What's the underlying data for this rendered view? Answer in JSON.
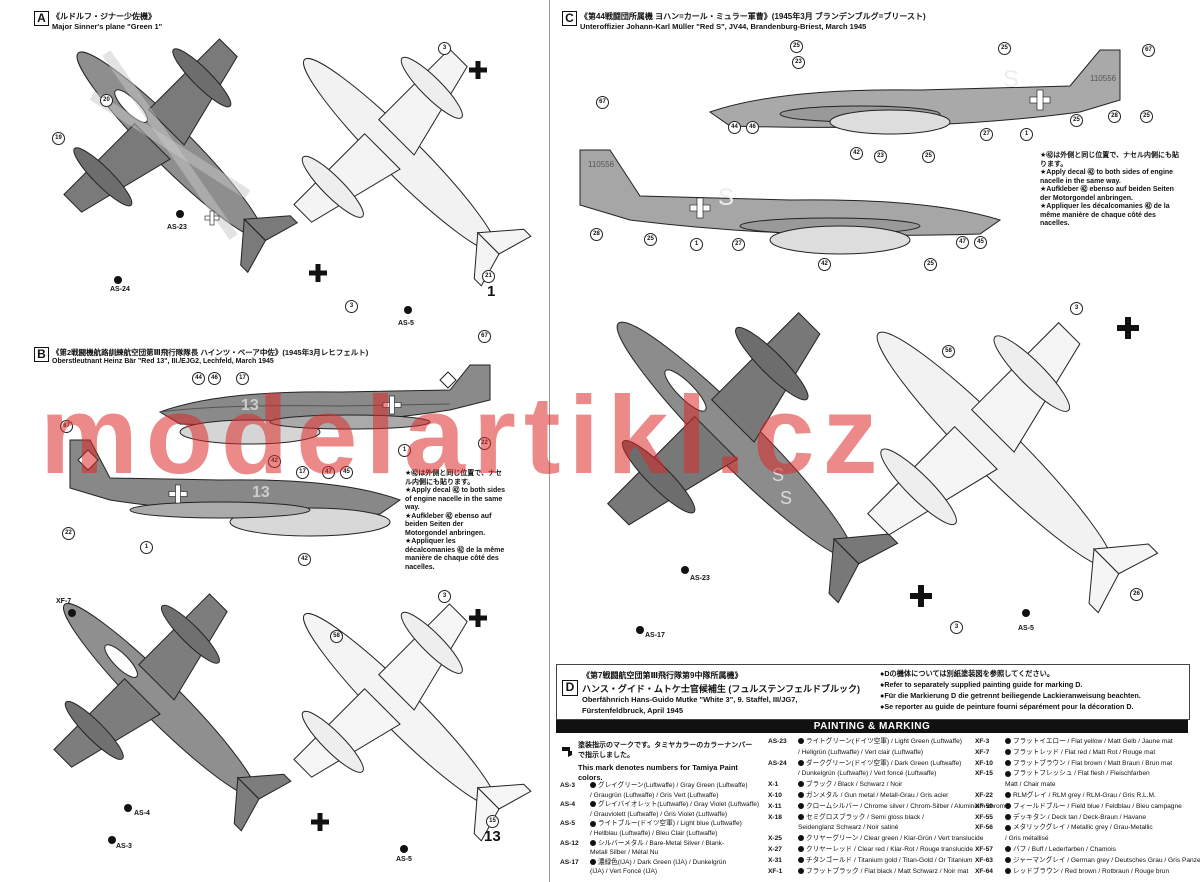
{
  "panelA": {
    "letter": "A",
    "title_jp": "《ルドルフ・ジナー少佐機》",
    "title_en": "Major Sinner's plane \"Green 1\"",
    "as23": "AS-23",
    "as24": "AS-24",
    "as5": "AS-5",
    "big_number": "1",
    "callouts": [
      "20",
      "19",
      "3",
      "21",
      "3"
    ]
  },
  "panelB": {
    "letter": "B",
    "title_jp": "《第2戦闘機航路訓練航空団第Ⅲ飛行隊隊長 ハインツ・ベーア中佐》(1945年3月レヒフェルト)",
    "title_en": "Oberstleutnant Heinz Bär \"Red 13\", III./EJG2, Lechfeld, March 1945",
    "note_jp": "★㊷は外側と同じ位置で、ナセル内側にも貼ります。",
    "note_en": "★Apply decal ㊷ to both sides of engine nacelle in the same way.",
    "note_de": "★Aufkleber ㊷ ebenso auf beiden Seiten der Motorgondel anbringen.",
    "note_fr": "★Appliquer les décalcomanies ㊷ de la même manière de chaque côté des nacelles.",
    "fuselage_number": "13",
    "xf7": "XF-7",
    "as4": "AS-4",
    "as3": "AS-3",
    "as5": "AS-5",
    "big_number": "13",
    "callouts": [
      "67",
      "44",
      "46",
      "17",
      "22",
      "1",
      "42",
      "17",
      "47",
      "45",
      "67",
      "22",
      "1",
      "42",
      "3",
      "58",
      "15"
    ]
  },
  "panelC": {
    "letter": "C",
    "title_jp": "《第44戦闘団所属機 ヨハン=カール・ミュラー軍曹》(1945年3月 ブランデンブルグ=ブリースト)",
    "title_en": "Unteroffizier Johann-Karl Müller \"Red S\", JV44, Brandenburg-Briest, March 1945",
    "note_jp": "★㊷は外側と同じ位置で、ナセル内側にも貼ります。",
    "note_en": "★Apply decal ㊷ to both sides of engine nacelle in the same way.",
    "note_de": "★Aufkleber ㊷ ebenso auf beiden Seiten der Motorgondel anbringen.",
    "note_fr": "★Appliquer les décalcomanies ㊷ de la même manière de chaque côté des nacelles.",
    "serial": "110556",
    "fuselage_letter": "S",
    "as23": "AS-23",
    "as17": "AS-17",
    "as5": "AS-5",
    "callouts": [
      "25",
      "23",
      "25",
      "67",
      "44",
      "46",
      "42",
      "23",
      "27",
      "1",
      "25",
      "28",
      "25",
      "25",
      "67",
      "28",
      "25",
      "1",
      "27",
      "42",
      "47",
      "45",
      "25",
      "3",
      "58",
      "26",
      "3"
    ]
  },
  "panelD": {
    "letter": "D",
    "title_jp": "《第7戦闘航空団第Ⅲ飛行隊第9中隊所属機》",
    "subtitle_jp": "ハンス・グイド・ムトケ士官候補生 (フュルステンフェルドブルック)",
    "title_en": "Oberfähnrich Hans-Guido Mutke \"White 3\", 9. Staffel, III/JG7,",
    "title_en2": "Fürstenfeldbruck, April 1945",
    "ref_jp": "●Dの機体については別紙塗装図を参照してください。",
    "ref_en": "●Refer to separately supplied painting guide for marking D.",
    "ref_de": "●Für die Markierung D die getrennt beiliegende Lackieranweisung beachten.",
    "ref_fr": "●Se reporter au guide de peinture fourni séparément pour la décoration D."
  },
  "painting": {
    "header": "PAINTING & MARKING",
    "intro_jp": "塗装指示のマークです。タミヤカラーのカラーナンバーで指示しました。",
    "intro_jp2": "ーのカラーナンバーで指示しました。",
    "intro_en": "This mark denotes numbers for Tamiya Paint colors.",
    "col1": [
      {
        "code": "AS-3",
        "text": "グレイグリーン(Luftwaffe) / Gray Green (Luftwaffe)"
      },
      {
        "code": "",
        "text": "/ Graugrün (Luftwaffe) / Gris Vert (Luftwaffe)"
      },
      {
        "code": "AS-4",
        "text": "グレイバイオレット(Luftwaffe) / Gray Violet (Luftwaffe)"
      },
      {
        "code": "",
        "text": "/ Grauviolett (Luftwaffe) / Gris Violet (Luftwaffe)"
      },
      {
        "code": "AS-5",
        "text": "ライトブルー(ドイツ空軍) / Light blue (Luftwaffe)"
      },
      {
        "code": "",
        "text": "/ Hellblau (Luftwaffe) / Bleu Clair (Luftwaffe)"
      },
      {
        "code": "AS-12",
        "text": "シルバーメタル / Bare-Metal Silver / Blank-"
      },
      {
        "code": "",
        "text": "Metall Silber / Métal Nu"
      },
      {
        "code": "AS-17",
        "text": "濃緑色(IJA) / Dark Green (IJA) / Dunkelgrün"
      },
      {
        "code": "",
        "text": "(IJA) / Vert Foncé (IJA)"
      }
    ],
    "col2": [
      {
        "code": "AS-23",
        "text": "ライトグリーン(ドイツ空軍) / Light Green (Luftwaffe)"
      },
      {
        "code": "",
        "text": "/ Hellgrün (Luftwaffe) / Vert clair (Luftwaffe)"
      },
      {
        "code": "AS-24",
        "text": "ダークグリーン(ドイツ空軍) / Dark Green (Luftwaffe)"
      },
      {
        "code": "",
        "text": "/ Dunkelgrün (Luftwaffe) / Vert foncé (Luftwaffe)"
      },
      {
        "code": "X-1",
        "text": "ブラック / Black / Schwarz / Noir"
      },
      {
        "code": "X-10",
        "text": "ガンメタル / Gun metal / Metall-Grau / Gris acier"
      },
      {
        "code": "X-11",
        "text": "クロームシルバー / Chrome silver / Chrom-Silber / Aluminium chromé"
      },
      {
        "code": "X-18",
        "text": "セミグロスブラック / Semi gloss black /"
      },
      {
        "code": "",
        "text": "Seidenglanz Schwarz / Noir satiné"
      },
      {
        "code": "X-25",
        "text": "クリヤーグリーン / Clear green / Klar-Grün / Vert translucide"
      },
      {
        "code": "X-27",
        "text": "クリヤーレッド / Clear red / Klar-Rot / Rouge translucide"
      },
      {
        "code": "X-31",
        "text": "チタンゴールド / Titanium gold / Titan-Gold / Or Titanium"
      },
      {
        "code": "XF-1",
        "text": "フラットブラック / Flat black / Matt Schwarz / Noir mat"
      }
    ],
    "col3": [
      {
        "code": "XF-3",
        "text": "フラットイエロー / Flat yellow / Matt Gelb / Jaune mat"
      },
      {
        "code": "XF-7",
        "text": "フラットレッド / Flat red / Matt Rot / Rouge mat"
      },
      {
        "code": "XF-10",
        "text": "フラットブラウン / Flat brown / Matt Braun / Brun mat"
      },
      {
        "code": "XF-15",
        "text": "フラットフレッシュ / Flat flesh / Fleischfarben"
      },
      {
        "code": "",
        "text": "Matt / Chair mate"
      },
      {
        "code": "XF-22",
        "text": "RLMグレイ / RLM grey / RLM-Grau / Gris R.L.M."
      },
      {
        "code": "XF-50",
        "text": "フィールドブルー / Field blue / Feldblau / Bleu campagne"
      },
      {
        "code": "XF-55",
        "text": "デッキタン / Deck tan / Deck-Braun / Havane"
      },
      {
        "code": "XF-56",
        "text": "メタリックグレイ / Metallic grey / Grau-Metallic"
      },
      {
        "code": "",
        "text": "/ Gris métallisé"
      },
      {
        "code": "XF-57",
        "text": "バフ / Buff / Lederfarben / Chamois"
      },
      {
        "code": "XF-63",
        "text": "ジャーマングレイ / German grey / Deutsches Grau / Gris Panzer"
      },
      {
        "code": "XF-64",
        "text": "レッドブラウン / Red brown / Rotbraun / Rouge brun"
      }
    ]
  },
  "watermark": "modelartikl.cz"
}
